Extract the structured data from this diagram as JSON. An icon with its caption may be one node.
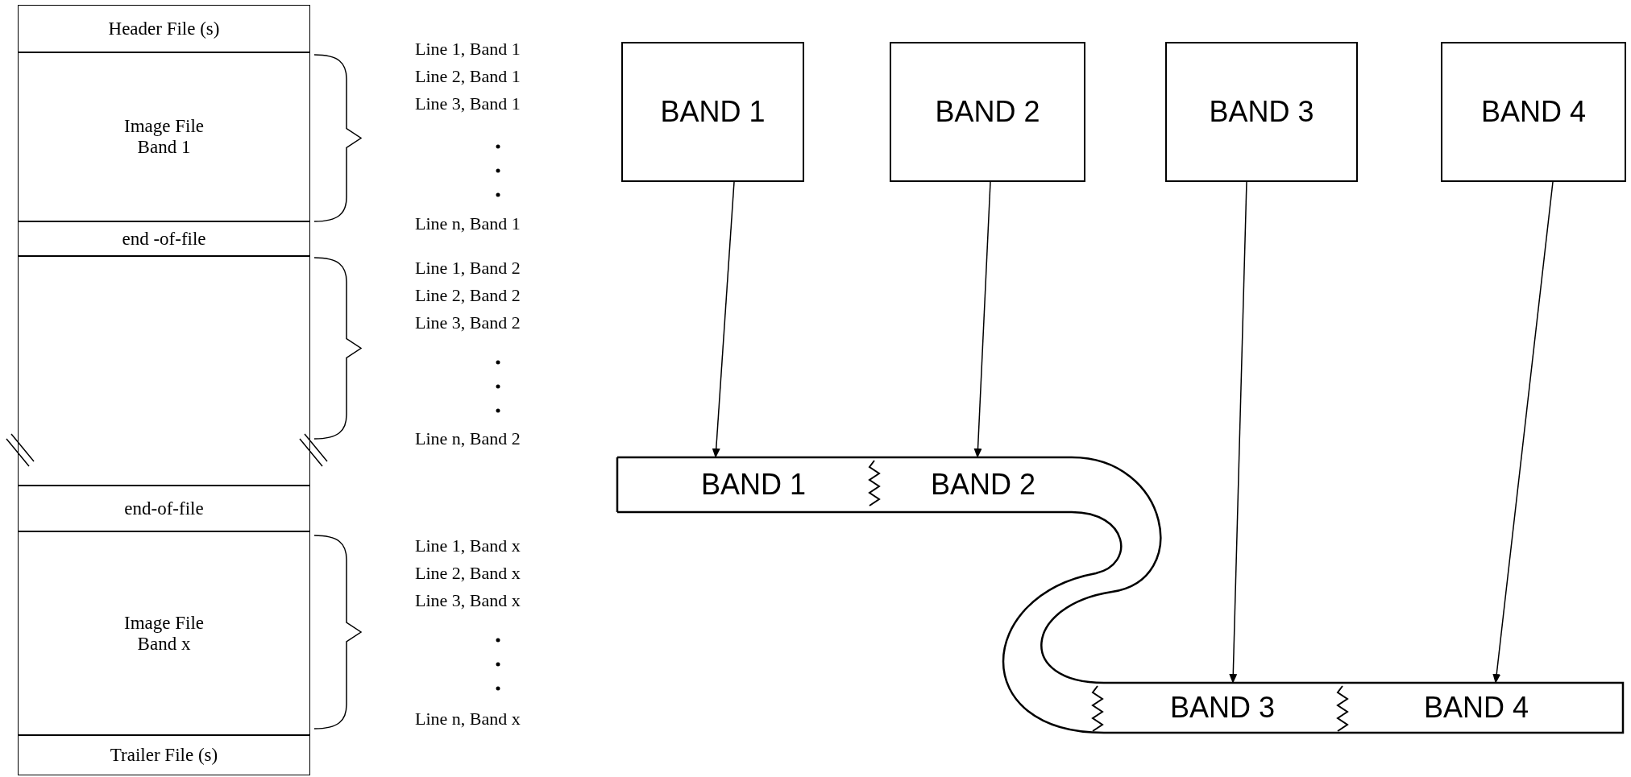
{
  "diagram": {
    "nodes": [
      {
        "text": [
          "Header File (s)"
        ]
      },
      {
        "text": [
          "Image File Band 1"
        ]
      },
      {
        "text": [
          "end -of-file"
        ]
      },
      {
        "text": [],
        "shape": "box"
      },
      {
        "text": [
          "end-of-file"
        ]
      },
      {
        "text": [
          "Image File Band x"
        ]
      },
      {
        "text": [
          "Trailer File (s)"
        ]
      },
      {
        "text": [
          "BAND 1"
        ]
      },
      {
        "text": [
          "BAND 2"
        ]
      },
      {
        "text": [
          "BAND 3"
        ]
      },
      {
        "text": [
          "BAND 4"
        ]
      },
      {
        "text": [
          "BAND 1"
        ]
      },
      {
        "text": [
          "BAND 2"
        ]
      },
      {
        "text": [
          "BAND 3"
        ]
      },
      {
        "text": [
          "BAND 4"
        ]
      }
    ],
    "edges": [
      {
        "from": 7,
        "to": 11,
        "arrow": "to"
      },
      {
        "from": 8,
        "to": 12,
        "arrow": "to"
      },
      {
        "from": 9,
        "to": 13,
        "arrow": "to"
      },
      {
        "from": 10,
        "to": 14,
        "arrow": "to"
      }
    ],
    "labels": [
      "Line 1, Band 1",
      "Line 2, Band 1",
      "Line 3, Band 1",
      "Line n, Band 1",
      "Line 1, Band 2",
      "Line 2, Band 2",
      "Line 3, Band 2",
      "Line n, Band 2",
      "Line 1, Band x",
      "Line 2, Band x",
      "Line 3, Band x",
      "Line n, Band x"
    ]
  }
}
